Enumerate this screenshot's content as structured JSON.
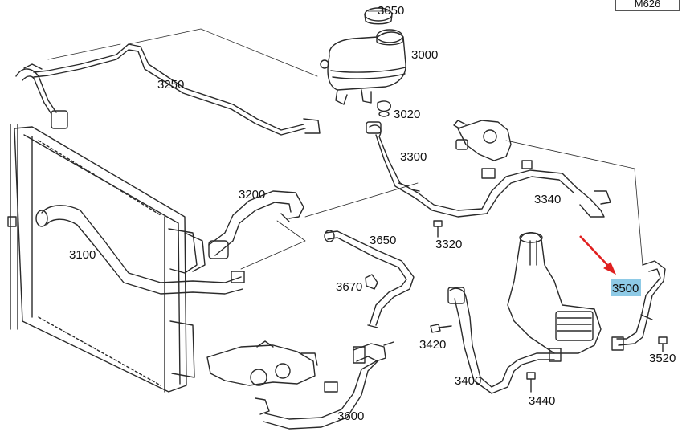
{
  "model_code": "M626",
  "highlighted_part": "3500",
  "parts": {
    "p3050": "3050",
    "p3000": "3000",
    "p3020": "3020",
    "p3250": "3250",
    "p3300": "3300",
    "p3340": "3340",
    "p3200": "3200",
    "p3320": "3320",
    "p3100": "3100",
    "p3650": "3650",
    "p3670": "3670",
    "p3500": "3500",
    "p3420": "3420",
    "p3520": "3520",
    "p3400": "3400",
    "p3440": "3440",
    "p3600": "3600"
  },
  "colors": {
    "line": "#2a2a2a",
    "highlight": "#8ecae6",
    "arrow": "#e02020"
  }
}
